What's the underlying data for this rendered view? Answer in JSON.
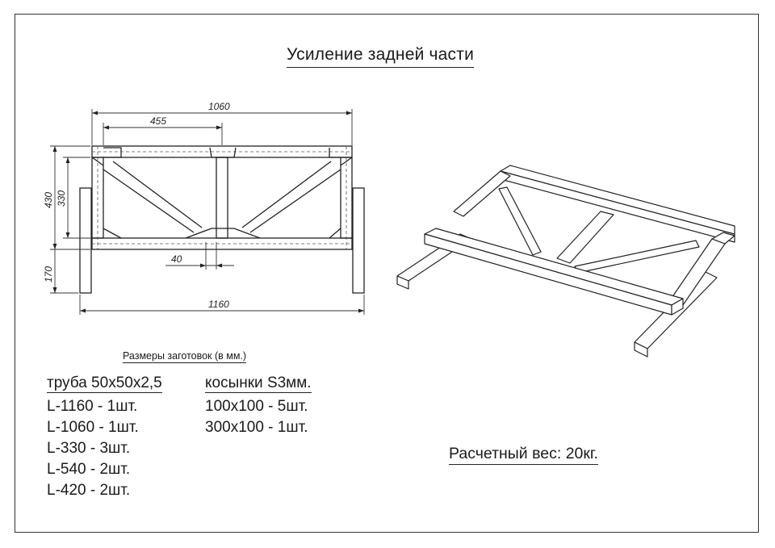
{
  "title": "Усиление задней части",
  "dimensions": {
    "overall_top": "1060",
    "inner_top": "455",
    "height_outer": "430",
    "height_inner": "330",
    "leg": "170",
    "gap": "40",
    "overall_bottom": "1160"
  },
  "blanks_title": "Размеры заготовок  (в мм.)",
  "tubes": {
    "header": "труба 50х50х2,5",
    "items": [
      "L-1160 - 1шт.",
      "L-1060 - 1шт.",
      "L-330 - 3шт.",
      "L-540 - 2шт.",
      "L-420 - 2шт."
    ]
  },
  "gussets": {
    "header": "косынки S3мм.",
    "items": [
      "100х100 - 5шт.",
      "300х100 - 1шт."
    ]
  },
  "weight_label": "Расчетный вес: 20кг."
}
